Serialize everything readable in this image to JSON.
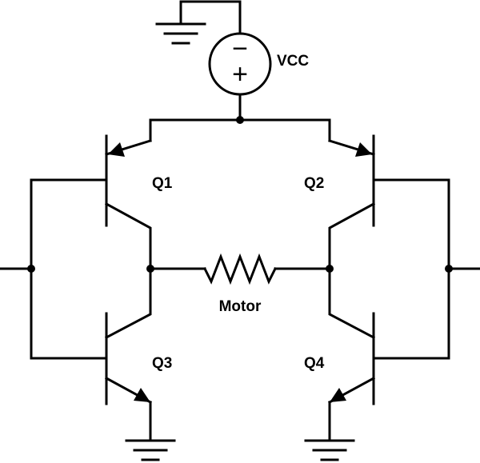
{
  "labels": {
    "vcc": "VCC",
    "q1": "Q1",
    "q2": "Q2",
    "q3": "Q3",
    "q4": "Q4",
    "motor": "Motor"
  },
  "source_signs": {
    "minus": "−",
    "plus": "+"
  }
}
